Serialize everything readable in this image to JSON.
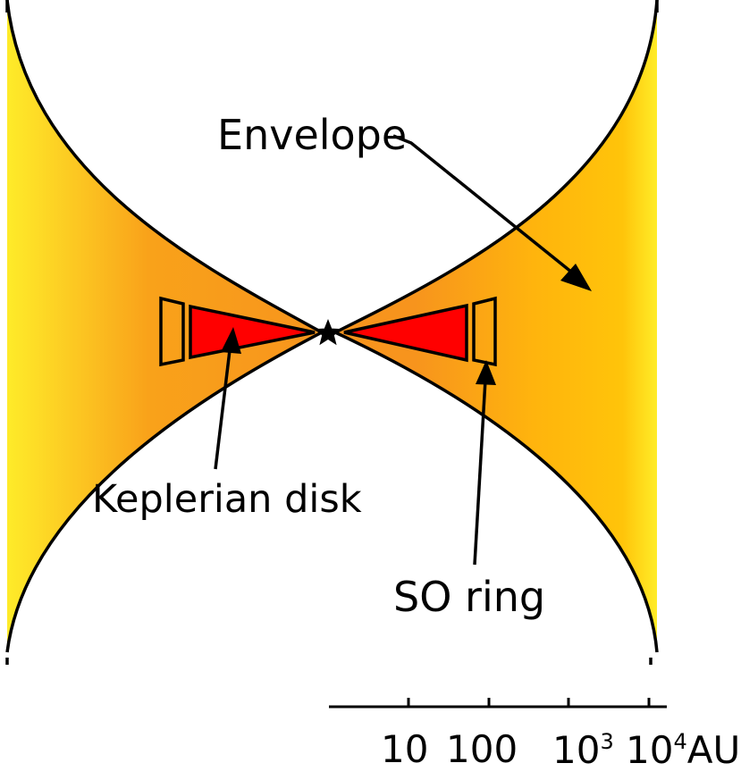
{
  "labels": {
    "envelope": "Envelope",
    "keplerian_disk": "Keplerian disk",
    "so_ring": "SO ring"
  },
  "scale": {
    "ticks": [
      {
        "base": "10",
        "exp": ""
      },
      {
        "base": "100",
        "exp": ""
      },
      {
        "base": "10",
        "exp": "3"
      },
      {
        "base": "10",
        "exp": "4"
      }
    ],
    "unit": "AU"
  },
  "colors": {
    "envelope_outer": "#ffef2a",
    "envelope_mid": "#ffc40a",
    "envelope_inner": "#f7941d",
    "disk": "#ff0000",
    "outline": "#000000"
  },
  "icons": {
    "protostar": "star-icon"
  }
}
